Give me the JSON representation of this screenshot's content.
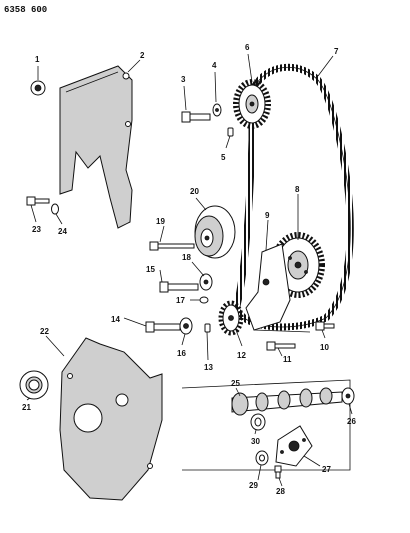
{
  "diagram": {
    "id": "6358 600",
    "callouts": [
      "1",
      "2",
      "3",
      "4",
      "5",
      "6",
      "7",
      "8",
      "9",
      "10",
      "11",
      "12",
      "13",
      "14",
      "15",
      "16",
      "17",
      "18",
      "19",
      "20",
      "21",
      "22",
      "23",
      "24",
      "25",
      "26",
      "27",
      "28",
      "29",
      "30"
    ]
  }
}
